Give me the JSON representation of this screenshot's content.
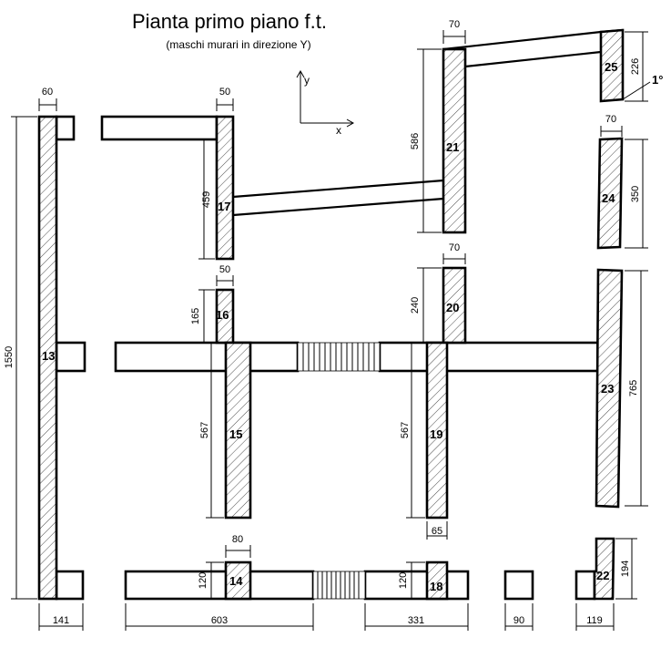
{
  "title": "Pianta primo piano f.t.",
  "subtitle": "(maschi murari in direzione Y)",
  "axes": {
    "x": "x",
    "y": "y"
  },
  "angle_label": "1°",
  "piers": {
    "p13": "13",
    "p14": "14",
    "p15": "15",
    "p16": "16",
    "p17": "17",
    "p18": "18",
    "p19": "19",
    "p20": "20",
    "p21": "21",
    "p22": "22",
    "p23": "23",
    "p24": "24",
    "p25": "25"
  },
  "dimensions": {
    "d60": "60",
    "d50_top": "50",
    "d459": "459",
    "d70_top": "70",
    "d586": "586",
    "d226": "226",
    "d70_24": "70",
    "d350": "350",
    "d70_20": "70",
    "d50_16": "50",
    "d165": "165",
    "d240": "240",
    "d1550": "1550",
    "d567_left": "567",
    "d567_right": "567",
    "d765": "765",
    "d65": "65",
    "d80": "80",
    "d120_14": "120",
    "d120_18": "120",
    "d194": "194",
    "d141": "141",
    "d603": "603",
    "d331": "331",
    "d90": "90",
    "d119": "119"
  }
}
